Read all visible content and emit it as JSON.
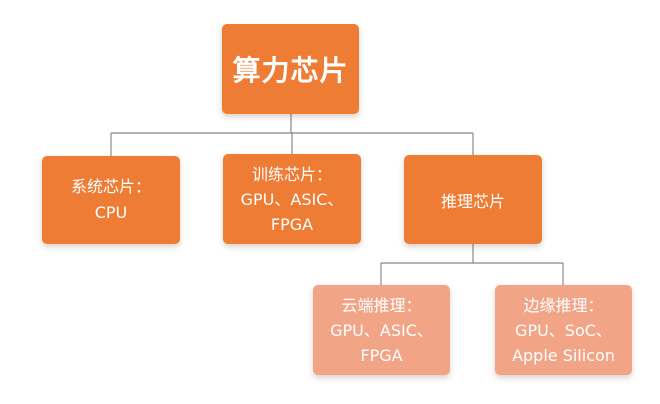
{
  "colors": {
    "primary_box": "#ef7c34",
    "secondary_box": "#f2a486",
    "connector": "#888888"
  },
  "diagram": {
    "root": {
      "label": "算力芯片"
    },
    "level1": [
      {
        "line1": "系统芯片：",
        "line2": "CPU"
      },
      {
        "line1": "训练芯片：",
        "line2": "GPU、ASIC、",
        "line3": "FPGA"
      },
      {
        "line1": "推理芯片"
      }
    ],
    "level2": [
      {
        "line1": "云端推理：",
        "line2": "GPU、ASIC、",
        "line3": "FPGA"
      },
      {
        "line1": "边缘推理：",
        "line2": "GPU、SoC、",
        "line3": "Apple Silicon"
      }
    ]
  }
}
